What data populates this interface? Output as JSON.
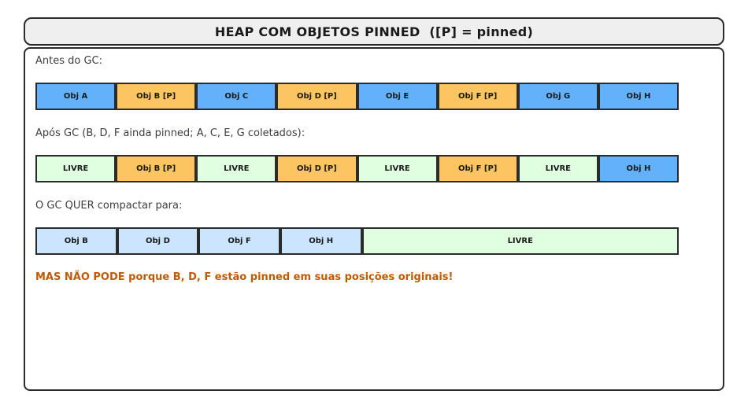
{
  "title": "HEAP COM OBJETOS PINNED  ([P] = pinned)",
  "colors": {
    "cell_border": "#2b2b2b",
    "obj": "#64b1fb",
    "pinned": "#fdc462",
    "free": "#e0ffe0",
    "compact": "#cce5ff",
    "title_bg": "#efefef",
    "warning": "#c05a00",
    "label_text": "#3d3d3d"
  },
  "sections": [
    {
      "label": "Antes do GC:",
      "cells": [
        {
          "text": "Obj A",
          "type": "obj",
          "span": 1
        },
        {
          "text": "Obj B [P]",
          "type": "pinned",
          "span": 1
        },
        {
          "text": "Obj C",
          "type": "obj",
          "span": 1
        },
        {
          "text": "Obj D [P]",
          "type": "pinned",
          "span": 1
        },
        {
          "text": "Obj E",
          "type": "obj",
          "span": 1
        },
        {
          "text": "Obj F [P]",
          "type": "pinned",
          "span": 1
        },
        {
          "text": "Obj G",
          "type": "obj",
          "span": 1
        },
        {
          "text": "Obj H",
          "type": "obj",
          "span": 1
        }
      ]
    },
    {
      "label": "Após GC (B, D, F ainda pinned; A, C, E, G coletados):",
      "cells": [
        {
          "text": "LIVRE",
          "type": "free",
          "span": 1
        },
        {
          "text": "Obj B [P]",
          "type": "pinned",
          "span": 1
        },
        {
          "text": "LIVRE",
          "type": "free",
          "span": 1
        },
        {
          "text": "Obj D [P]",
          "type": "pinned",
          "span": 1
        },
        {
          "text": "LIVRE",
          "type": "free",
          "span": 1
        },
        {
          "text": "Obj F [P]",
          "type": "pinned",
          "span": 1
        },
        {
          "text": "LIVRE",
          "type": "free",
          "span": 1
        },
        {
          "text": "Obj H",
          "type": "obj",
          "span": 1
        }
      ]
    },
    {
      "label": "O GC QUER compactar para:",
      "cells": [
        {
          "text": "Obj B",
          "type": "compact",
          "span": 1
        },
        {
          "text": "Obj D",
          "type": "compact",
          "span": 1
        },
        {
          "text": "Obj F",
          "type": "compact",
          "span": 1
        },
        {
          "text": "Obj H",
          "type": "compact",
          "span": 1
        },
        {
          "text": "LIVRE",
          "type": "free",
          "span": 4
        }
      ]
    }
  ],
  "warning": "MAS NÃO PODE porque B, D, F estão pinned em suas posições originais!"
}
